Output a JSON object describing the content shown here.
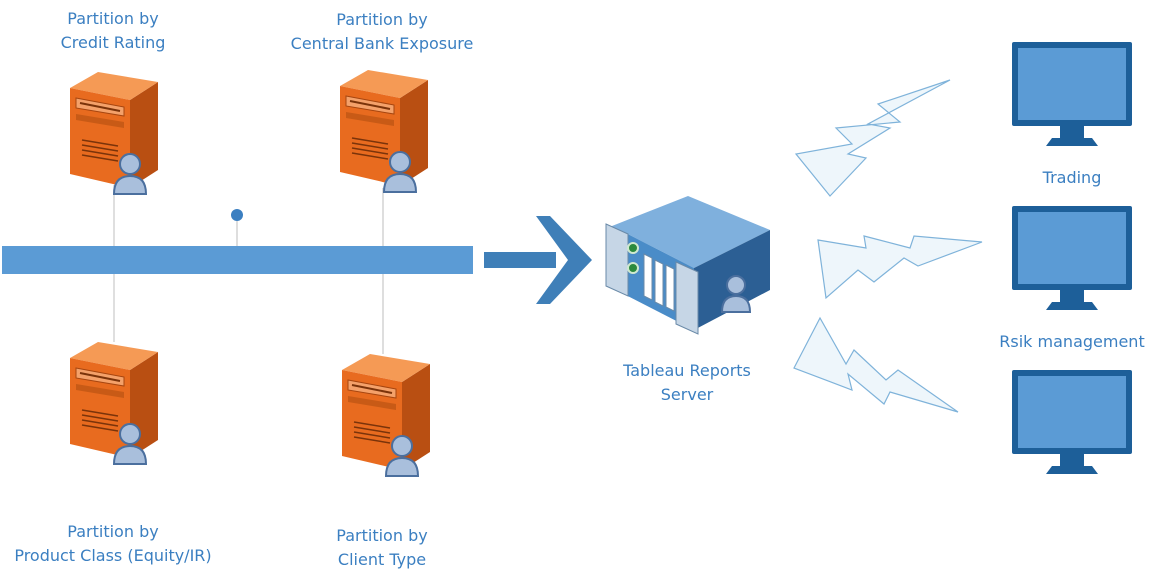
{
  "colors": {
    "text": "#3b7fc1",
    "bus": "#5b9bd5",
    "server_orange": "#e86b1f",
    "server_orange_dark": "#b84e12",
    "monitor_screen": "#5b9bd5",
    "monitor_frame": "#1d5f99",
    "rack_blue": "#3f7fb8",
    "lightning_fill": "#eef6fb",
    "lightning_stroke": "#7fb3da"
  },
  "partitions": [
    {
      "line1": "Partition by",
      "line2": "Credit Rating",
      "icon": "server-user-icon"
    },
    {
      "line1": "Partition by",
      "line2": "Central Bank Exposure",
      "icon": "server-user-icon"
    },
    {
      "line1": "Partition by",
      "line2": "Product Class (Equity/IR)",
      "icon": "server-user-icon"
    },
    {
      "line1": "Partition by",
      "line2": "Client Type",
      "icon": "server-user-icon"
    }
  ],
  "central_server": {
    "line1": "Tableau Reports",
    "line2": "Server",
    "icon": "rack-server-user-icon"
  },
  "clients": [
    {
      "label": "Trading",
      "icon": "monitor-icon"
    },
    {
      "label": "Rsik management",
      "icon": "monitor-icon"
    },
    {
      "label": "",
      "icon": "monitor-icon"
    }
  ],
  "connectors": {
    "bus": "network-bus",
    "arrow": "arrow-right-icon",
    "links": "lightning-bolt-icon"
  }
}
